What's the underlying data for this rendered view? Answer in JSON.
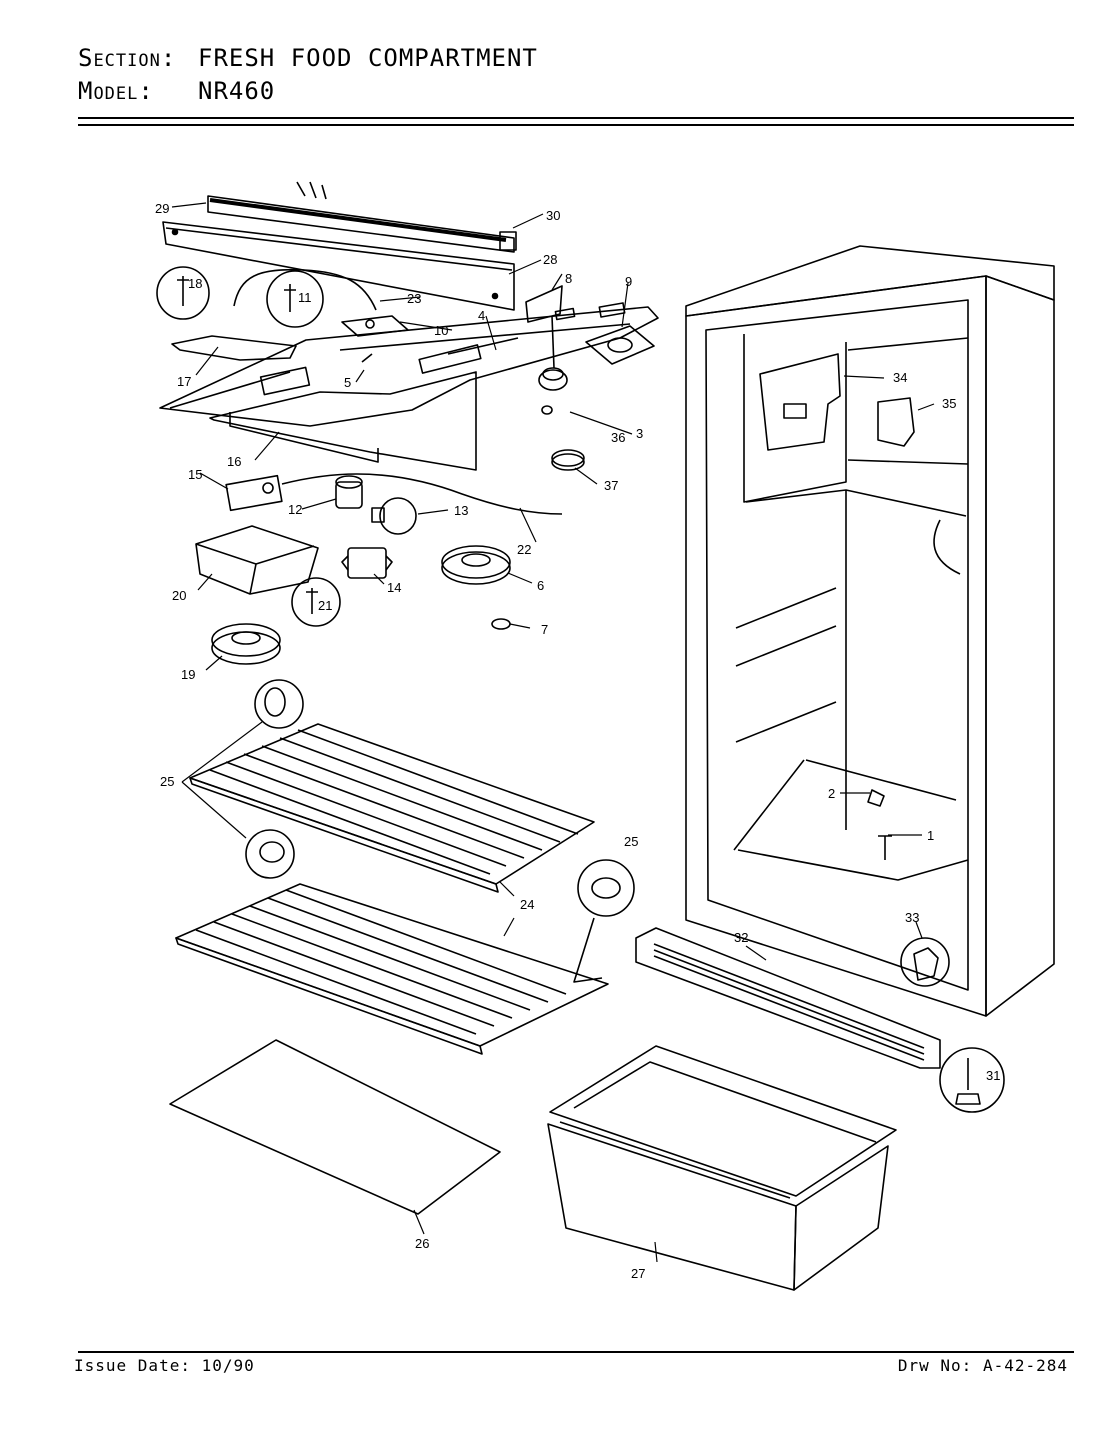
{
  "header": {
    "section_key": "Section:",
    "section_value": "FRESH FOOD COMPARTMENT",
    "model_key": "Model:",
    "model_value": "NR460"
  },
  "footer": {
    "issue_date": "Issue Date: 10/90",
    "drawing_no": "Drw No: A-42-284"
  },
  "callouts": {
    "c1": "1",
    "c2": "2",
    "c3": "3",
    "c4": "4",
    "c5": "5",
    "c6": "6",
    "c7": "7",
    "c8": "8",
    "c9": "9",
    "c10": "10",
    "c11": "11",
    "c12": "12",
    "c13": "13",
    "c14": "14",
    "c15": "15",
    "c16": "16",
    "c17": "17",
    "c18": "18",
    "c19": "19",
    "c20": "20",
    "c21": "21",
    "c22": "22",
    "c23": "23",
    "c24": "24",
    "c25a": "25",
    "c25b": "25",
    "c26": "26",
    "c27": "27",
    "c28": "28",
    "c29": "29",
    "c30": "30",
    "c31": "31",
    "c32": "32",
    "c33": "33",
    "c34": "34",
    "c35": "35",
    "c36": "36",
    "c37": "37"
  }
}
